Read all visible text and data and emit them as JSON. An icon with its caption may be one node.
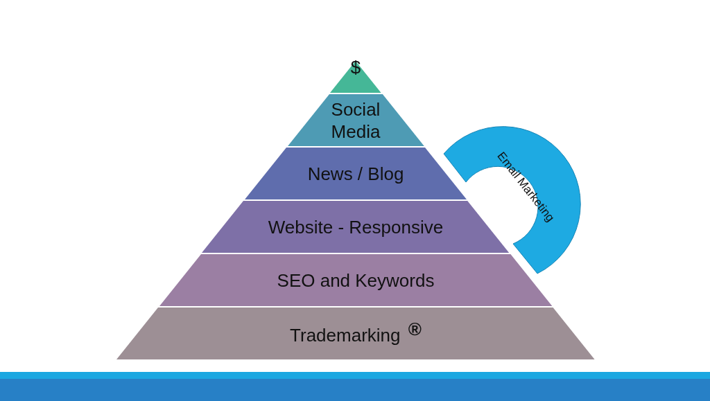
{
  "diagram": {
    "nodes": [
      {
        "text": [
          "$"
        ]
      },
      {
        "text": [
          "Social Media"
        ]
      },
      {
        "text": [
          "News / Blog"
        ]
      },
      {
        "text": [
          "Website - Responsive"
        ]
      },
      {
        "text": [
          "SEO and Keywords"
        ]
      },
      {
        "text": [
          "Trademarking $^{®}$"
        ]
      },
      {
        "text": [
          "Email Marketing"
        ]
      }
    ]
  }
}
